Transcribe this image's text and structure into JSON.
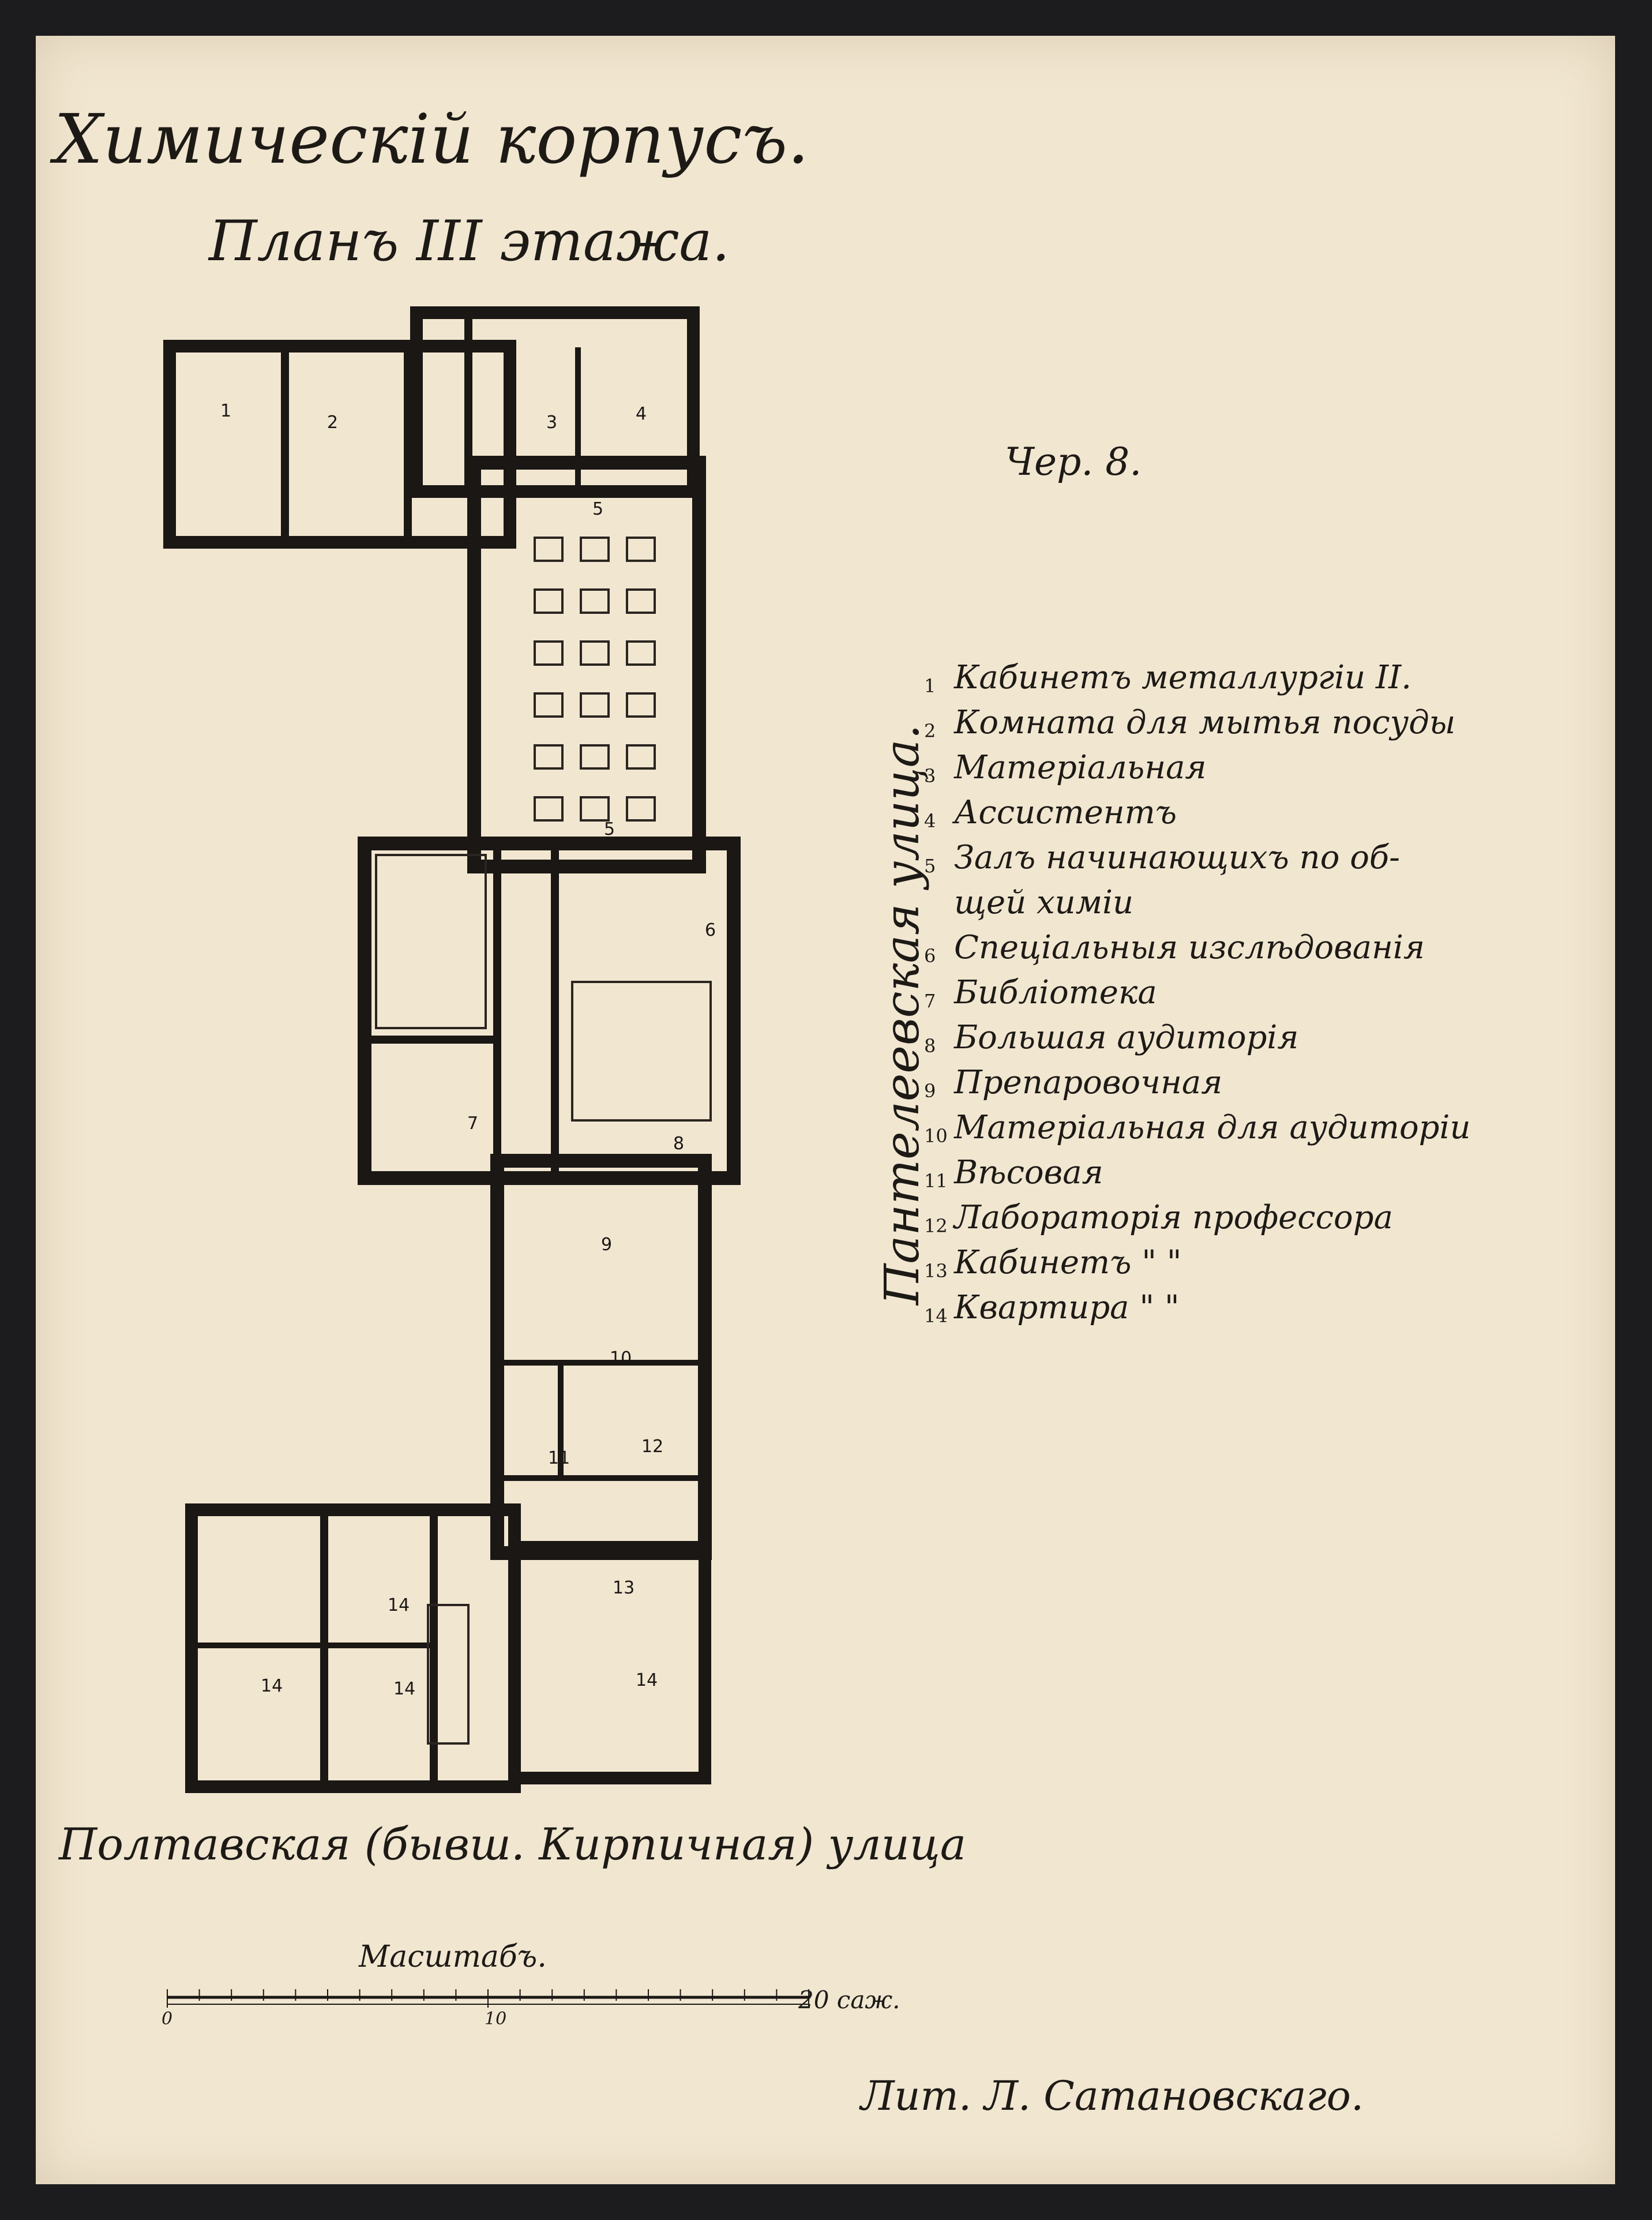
{
  "title": "Химическій корпусъ.",
  "subtitle": "Планъ III этажа.",
  "figure_label": "Чер. 8.",
  "street_right": "Пантелеевская улица.",
  "street_bottom": "Полтавская (бывш. Кирпичная) улица",
  "scale": {
    "title": "Масштабъ.",
    "tick_0": "0",
    "tick_10": "10",
    "tick_20": "20 саж."
  },
  "printer": "Лит. Л. Сатановскаго.",
  "legend": [
    {
      "num": "1",
      "text": "Кабинетъ металлургіи II."
    },
    {
      "num": "2",
      "text": "Комната для мытья посуды"
    },
    {
      "num": "3",
      "text": "Матеріальная"
    },
    {
      "num": "4",
      "text": "Ассистентъ"
    },
    {
      "num": "5",
      "text": "Залъ начинающихъ по об-"
    },
    {
      "num": "",
      "text": "щей химіи"
    },
    {
      "num": "6",
      "text": "Спеціальныя изслѣдованія"
    },
    {
      "num": "7",
      "text": "Библіотека"
    },
    {
      "num": "8",
      "text": "Большая аудиторія"
    },
    {
      "num": "9",
      "text": "Препаровочная"
    },
    {
      "num": "10",
      "text": "Матеріальная для аудиторіи"
    },
    {
      "num": "11",
      "text": "Вѣсовая"
    },
    {
      "num": "12",
      "text": "Лабораторія профессора"
    },
    {
      "num": "13",
      "text": "Кабинетъ \" \""
    },
    {
      "num": "14",
      "text": "Квартира \" \""
    }
  ],
  "rooms": {
    "r1": "1",
    "r2": "2",
    "r3": "3",
    "r4": "4",
    "r5a": "5",
    "r5b": "5",
    "r6": "6",
    "r7": "7",
    "r8": "8",
    "r9": "9",
    "r10": "10",
    "r11": "11",
    "r12": "12",
    "r13": "13",
    "r14a": "14",
    "r14b": "14",
    "r14c": "14",
    "r14d": "14"
  }
}
